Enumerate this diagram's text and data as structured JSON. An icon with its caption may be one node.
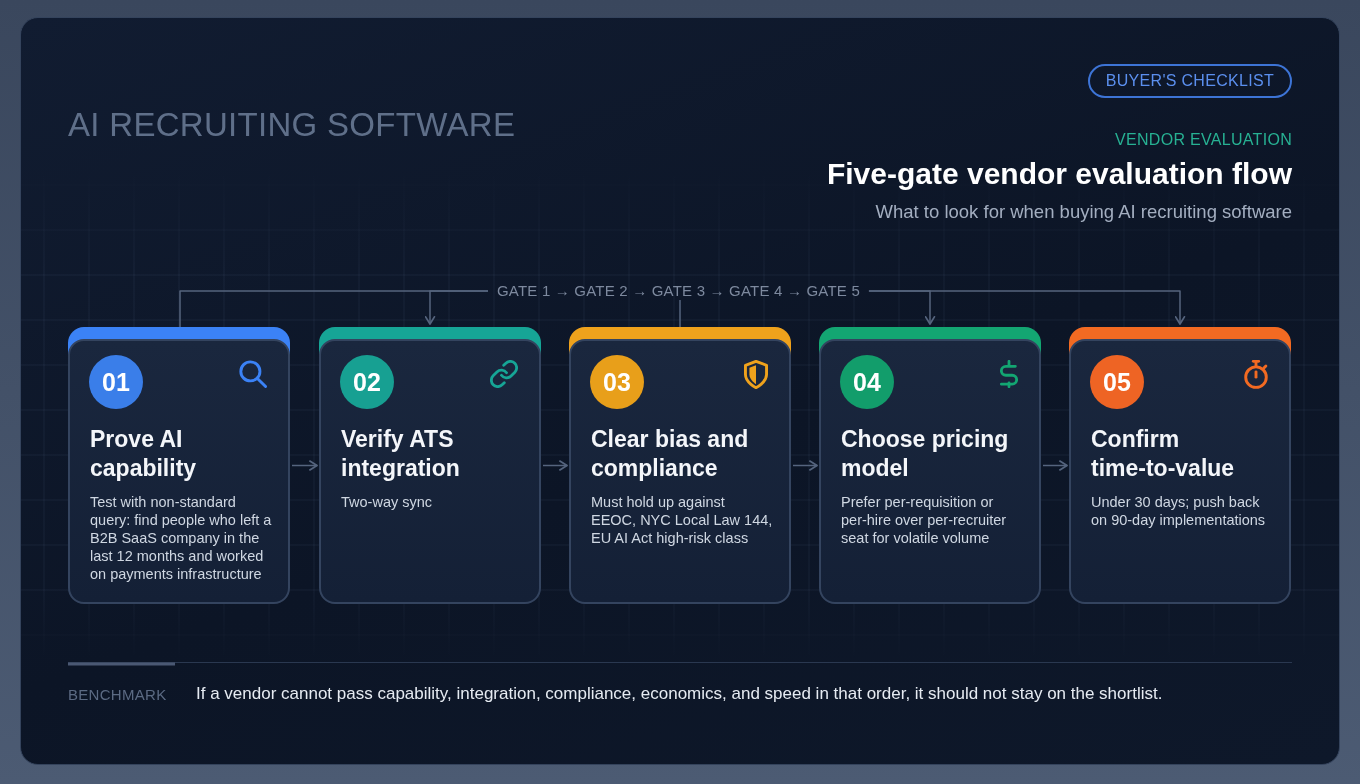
{
  "diagram": {
    "title": "Five-gate vendor evaluation flow",
    "nodes": [
      {
        "text": [
          "BUYER'S CHECKLIST"
        ]
      },
      {
        "text": [
          "GATE 1 → GATE 2 → GATE 3 → GATE 4 → GATE 5"
        ]
      },
      {
        "text": [
          "01",
          "Prove AI capability",
          "Test with non-standard query: find people who left a B2B SaaS company in the last 12 months and worked on payments infrastructure"
        ]
      },
      {
        "text": [
          "02",
          "Verify ATS integration",
          "Two-way sync"
        ]
      },
      {
        "text": [
          "03",
          "Clear bias and compliance",
          "Must hold up against EEOC, NYC Local Law 144, EU AI Act high-risk class"
        ]
      },
      {
        "text": [
          "04",
          "Choose pricing model",
          "Prefer per-requisition or per-hire over per-recruiter seat for volatile volume"
        ]
      },
      {
        "text": [
          "05",
          "Confirm time-to-value",
          "Under 30 days; push back on 90-day implementations"
        ]
      }
    ],
    "edges": [
      {
        "from": 2,
        "to": 1,
        "arrow": "none"
      },
      {
        "from": 1,
        "to": 3,
        "arrow": "to"
      },
      {
        "from": 4,
        "to": 1,
        "arrow": "none"
      },
      {
        "from": 1,
        "to": 5,
        "arrow": "to"
      },
      {
        "from": 1,
        "to": 6,
        "arrow": "to"
      },
      {
        "from": 2,
        "to": 3,
        "arrow": "to"
      },
      {
        "from": 3,
        "to": 4,
        "arrow": "to"
      },
      {
        "from": 4,
        "to": 5,
        "arrow": "to"
      },
      {
        "from": 5,
        "to": 6,
        "arrow": "to"
      }
    ],
    "labels": [
      "AI RECRUITING SOFTWARE",
      "VENDOR EVALUATION",
      "What to look for when buying AI recruiting software",
      "BENCHMARK",
      "If a vendor cannot pass capability, integration, compliance, economics, and speed in that order, it should not stay on the shortlist."
    ]
  }
}
